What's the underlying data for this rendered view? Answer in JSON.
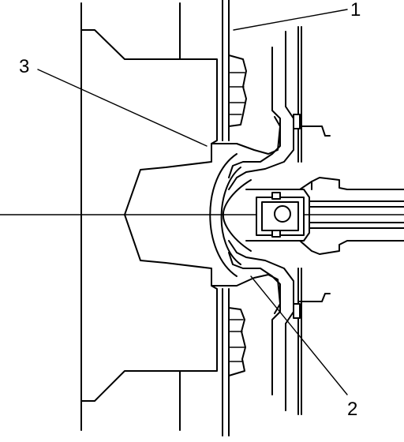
{
  "callouts": [
    {
      "id": "1",
      "label": "1"
    },
    {
      "id": "2",
      "label": "2"
    },
    {
      "id": "3",
      "label": "3"
    }
  ],
  "colors": {
    "stroke": "#000000",
    "background": "#ffffff"
  }
}
